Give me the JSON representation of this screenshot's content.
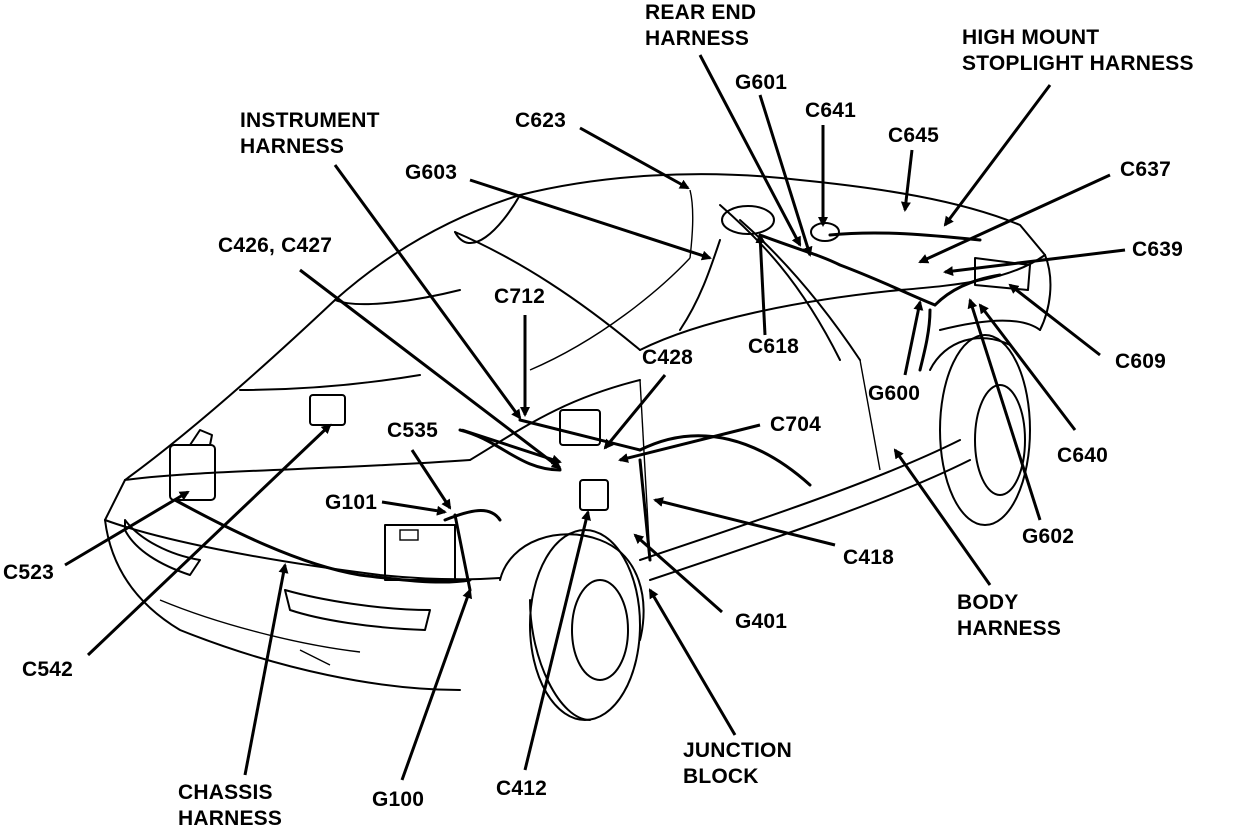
{
  "labels": {
    "rear_end_harness": [
      "REAR END",
      "HARNESS"
    ],
    "high_mount_stoplight_harness": [
      "HIGH MOUNT",
      "STOPLIGHT HARNESS"
    ],
    "instrument_harness": [
      "INSTRUMENT",
      "HARNESS"
    ],
    "chassis_harness": [
      "CHASSIS",
      "HARNESS"
    ],
    "body_harness": [
      "BODY",
      "HARNESS"
    ],
    "junction_block": [
      "JUNCTION",
      "BLOCK"
    ],
    "c623": "C623",
    "g601": "G601",
    "c641": "C641",
    "c645": "C645",
    "c637": "C637",
    "c639": "C639",
    "g603": "G603",
    "c426_c427": "C426, C427",
    "c712": "C712",
    "c618": "C618",
    "c428": "C428",
    "g600": "G600",
    "c609": "C609",
    "c535": "C535",
    "c704": "C704",
    "c640": "C640",
    "g101": "G101",
    "c523": "C523",
    "c418": "C418",
    "g602": "G602",
    "c542": "C542",
    "g401": "G401",
    "g100": "G100",
    "c412": "C412"
  }
}
